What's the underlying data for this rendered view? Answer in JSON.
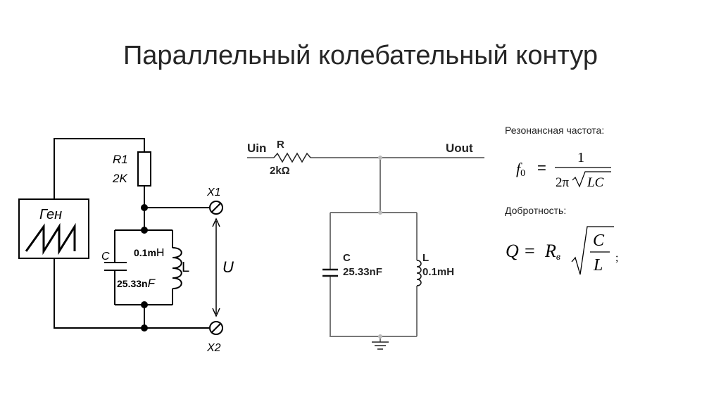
{
  "slide": {
    "title": "Параллельный колебательный контур"
  },
  "left_circuit": {
    "generator_label": "Ген",
    "resistor_name": "R1",
    "resistor_value": "2K",
    "terminal_top": "X1",
    "terminal_bottom": "X2",
    "voltage_label": "U",
    "capacitor_name": "C",
    "capacitor_value_num": "25.33n",
    "capacitor_value_unit": "F",
    "inductor_name": "L",
    "inductor_value_num": "0.1m",
    "inductor_value_unit": "H"
  },
  "right_circuit": {
    "input_label": "Uin",
    "output_label": "Uout",
    "resistor_name": "R",
    "resistor_value": "2kΩ",
    "capacitor_name": "C",
    "capacitor_value": "25.33nF",
    "inductor_name": "L",
    "inductor_value": "0.1mH"
  },
  "formulas": {
    "resonance_heading": "Резонансная частота:",
    "resonance_lhs": "f",
    "resonance_lhs_sub": "0",
    "resonance_eq": "=",
    "resonance_num": "1",
    "resonance_den_prefix": "2π",
    "resonance_den_root": "LC",
    "q_heading": "Добротность:",
    "q_lhs": "Q",
    "q_eq": "=",
    "q_r": "R",
    "q_r_sub": "в",
    "q_num": "C",
    "q_den": "L",
    "q_end": ";"
  }
}
